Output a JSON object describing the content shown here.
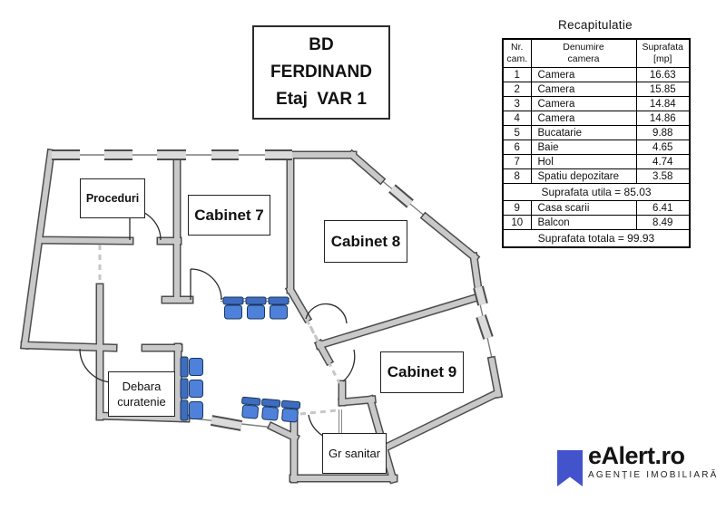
{
  "title_box": {
    "line1": "BD",
    "line2": "FERDINAND",
    "line3": "Etaj  VAR 1"
  },
  "plan": {
    "labels": {
      "proceduri": "Proceduri",
      "cabinet7": "Cabinet 7",
      "cabinet8": "Cabinet 8",
      "cabinet9": "Cabinet 9",
      "debara_line1": "Debara",
      "debara_line2": "curatenie",
      "gr_sanitar": "Gr sanitar"
    },
    "colors": {
      "wall_edge": "#4d4d4d",
      "wall_fill": "#c9c9c9",
      "window_fill": "#dbdbdb",
      "chair_fill": "#4f81da",
      "chair_back": "#3e6dbf",
      "chair_outline": "#17375e"
    }
  },
  "table": {
    "title": "Recapitulatie",
    "headers": [
      {
        "l1": "Nr.",
        "l2": "cam."
      },
      {
        "l1": "Denumire",
        "l2": "camera"
      },
      {
        "l1": "Suprafata",
        "l2": "[mp]"
      }
    ],
    "rows": [
      {
        "nr": "1",
        "name": "Camera",
        "mp": "16.63"
      },
      {
        "nr": "2",
        "name": "Camera",
        "mp": "15.85"
      },
      {
        "nr": "3",
        "name": "Camera",
        "mp": "14.84"
      },
      {
        "nr": "4",
        "name": "Camera",
        "mp": "14.86"
      },
      {
        "nr": "5",
        "name": "Bucatarie",
        "mp": "9.88"
      },
      {
        "nr": "6",
        "name": "Baie",
        "mp": "4.65"
      },
      {
        "nr": "7",
        "name": "Hol",
        "mp": "4.74"
      },
      {
        "nr": "8",
        "name": "Spatiu depozitare",
        "mp": "3.58"
      },
      {
        "nr": "9",
        "name": "Casa scarii",
        "mp": "6.41"
      },
      {
        "nr": "10",
        "name": "Balcon",
        "mp": "8.49"
      }
    ],
    "subtotal": "Suprafata utila = 85.03",
    "total": "Suprafata totala = 99.93"
  },
  "logo": {
    "name": "eAlert.ro",
    "tagline": "AGENȚIE IMOBILIARĂ",
    "bookmark_color": "#4353cc"
  }
}
